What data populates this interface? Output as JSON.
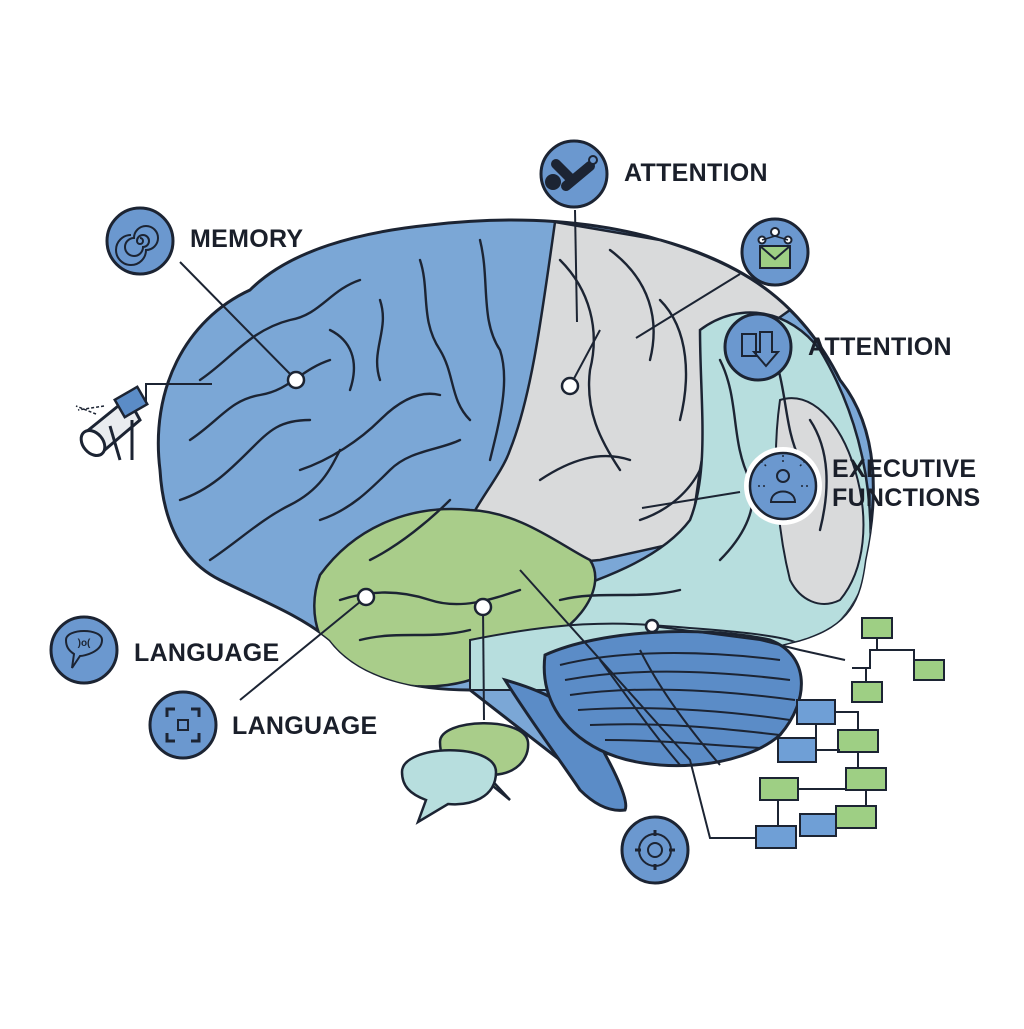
{
  "labels": {
    "memory": "MEMORY",
    "attention_top": "ATTENTION",
    "attention_right": "ATTENTION",
    "executive_line1": "EXECUTIVE",
    "executive_line2": "FUNCTIONS",
    "language_upper": "LANGUAGE",
    "language_lower": "LANGUAGE"
  },
  "colors": {
    "frontal_blue": "#7ba7d6",
    "parietal_gray": "#d9dadb",
    "occipital_teal": "#b7dede",
    "temporal_green": "#a9cd8a",
    "cerebellum_blue": "#5b8cc7",
    "outline": "#1c2433",
    "icon_fill": "#6b98cf",
    "flow_green": "#9ecf84",
    "flow_blue": "#6f9fd6"
  },
  "icons": [
    "memory-spiral-icon",
    "attention-dumbbell-icon",
    "network-envelope-icon",
    "attention-arrows-icon",
    "executive-person-icon",
    "language-speech-icon",
    "language-focus-frame-icon",
    "target-gear-icon",
    "spotlight-icon",
    "speech-bubbles-icon",
    "flowchart-icon"
  ]
}
